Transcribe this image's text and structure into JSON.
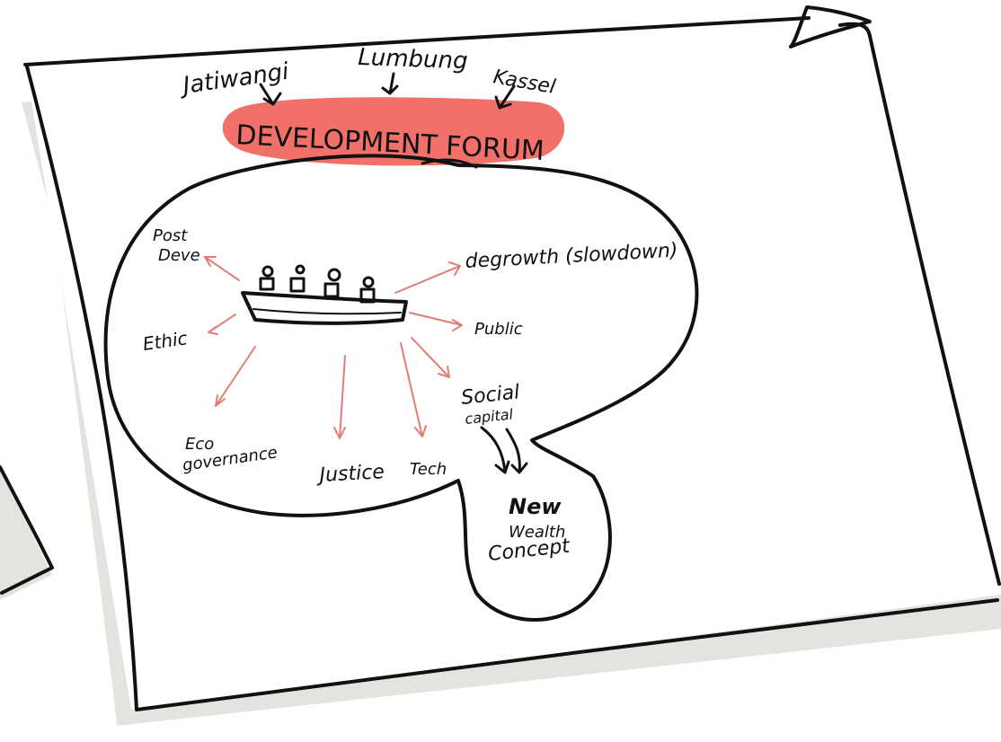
{
  "diagram": {
    "sources": [
      "Jatiwangi",
      "Lumbung",
      "Kassel"
    ],
    "forum_title": "DEVELOPMENT FORUM",
    "topics": {
      "post_deve_line1": "Post",
      "post_deve_line2": "Deve",
      "degrowth": "degrowth (slowdown)",
      "public": "Public",
      "ethic": "Ethic",
      "eco_line1": "Eco",
      "eco_line2": "governance",
      "justice": "Justice",
      "tech": "Tech",
      "social_line1": "Social",
      "social_line2": "capital"
    },
    "outcome": {
      "line1": "New",
      "line2": "Wealth",
      "line3": "Concept"
    },
    "colors": {
      "highlight": "#f1716a",
      "arrow": "#e27d75",
      "ink": "#111111",
      "shadow": "#e3e3df"
    }
  }
}
